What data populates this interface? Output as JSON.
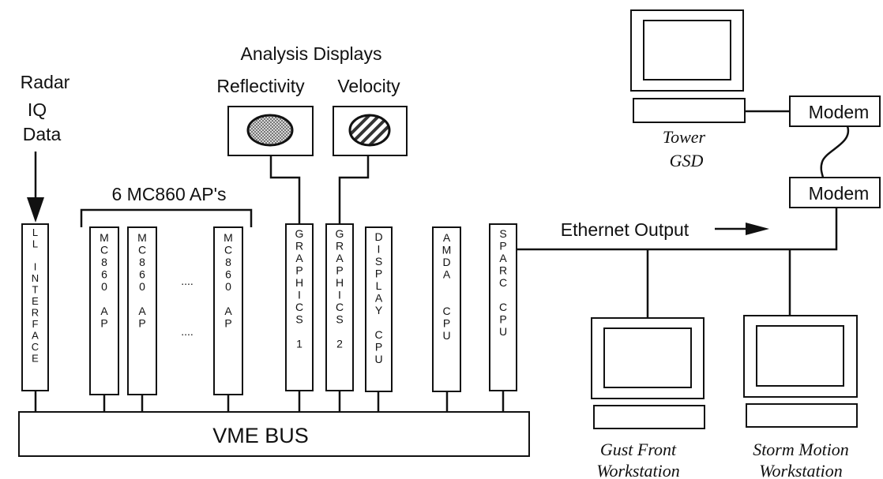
{
  "radar_input": {
    "lines": [
      "Radar",
      "IQ",
      "Data"
    ]
  },
  "analysis": {
    "title": "Analysis Displays",
    "reflectivity_label": "Reflectivity",
    "velocity_label": "Velocity"
  },
  "ap_group_label": "6 MC860 AP's",
  "boards": [
    {
      "id": "ll-interface",
      "lines": [
        "L",
        "L",
        "",
        "I",
        "N",
        "T",
        "E",
        "R",
        "F",
        "A",
        "C",
        "E"
      ]
    },
    {
      "id": "mc860-ap-1",
      "lines": [
        "M",
        "C",
        "8",
        "6",
        "0",
        "",
        "A",
        "P"
      ]
    },
    {
      "id": "mc860-ap-2",
      "lines": [
        "M",
        "C",
        "8",
        "6",
        "0",
        "",
        "A",
        "P"
      ]
    },
    {
      "id": "mc860-ap-6",
      "lines": [
        "M",
        "C",
        "8",
        "6",
        "0",
        "",
        "A",
        "P"
      ]
    },
    {
      "id": "graphics-1",
      "lines": [
        "G",
        "R",
        "A",
        "P",
        "H",
        "I",
        "C",
        "S",
        "",
        "1"
      ]
    },
    {
      "id": "graphics-2",
      "lines": [
        "G",
        "R",
        "A",
        "P",
        "H",
        "I",
        "C",
        "S",
        "",
        "2"
      ]
    },
    {
      "id": "display-cpu",
      "lines": [
        "D",
        "I",
        "S",
        "P",
        "L",
        "A",
        "Y",
        "",
        "C",
        "P",
        "U"
      ]
    },
    {
      "id": "amda-cpu",
      "lines": [
        "A",
        "M",
        "D",
        "A",
        "",
        "",
        "C",
        "P",
        "U"
      ]
    },
    {
      "id": "sparc-cpu",
      "lines": [
        "S",
        "P",
        "A",
        "R",
        "C",
        "",
        "C",
        "P",
        "U"
      ]
    }
  ],
  "ellipsis": "....",
  "bus_label": "VME BUS",
  "ethernet_label": "Ethernet Output",
  "modem_top_label": "Modem",
  "modem_bottom_label": "Modem",
  "tower": {
    "line1": "Tower",
    "line2": "GSD"
  },
  "gust_front": {
    "line1": "Gust Front",
    "line2": "Workstation"
  },
  "storm_motion": {
    "line1": "Storm Motion",
    "line2": "Workstation"
  }
}
